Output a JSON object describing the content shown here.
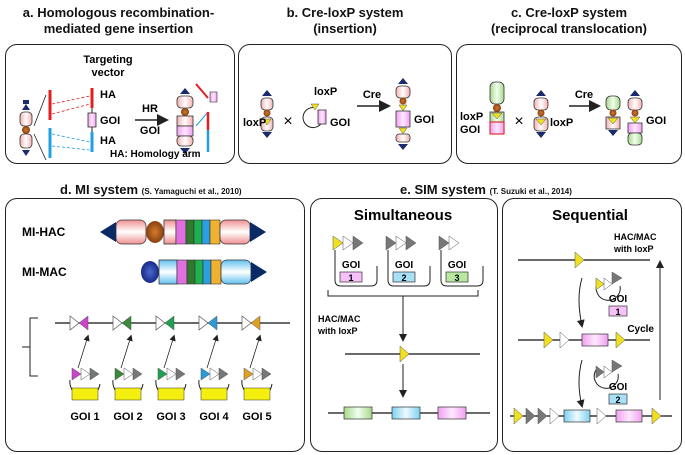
{
  "panel_a": {
    "title_line1": "a. Homologous recombination-",
    "title_line2": "mediated gene insertion",
    "targeting_vector_line1": "Targeting",
    "targeting_vector_line2": "vector",
    "ha_top": "HA",
    "ha_bottom": "HA",
    "goi": "GOI",
    "hr": "HR",
    "goi_arrow": "GOI",
    "ha_note": "HA: Homology arm"
  },
  "panel_b": {
    "title_line1": "b. Cre-loxP system",
    "title_line2": "(insertion)",
    "loxp_left": "loxP",
    "loxp_vector": "loxP",
    "goi_vector": "GOI",
    "cre": "Cre",
    "goi_result": "GOI"
  },
  "panel_c": {
    "title_line1": "c. Cre-loxP system",
    "title_line2": "(reciprocal translocation)",
    "loxp_left": "loxP",
    "goi_left": "GOI",
    "loxp_right": "loxP",
    "cre": "Cre",
    "goi_result": "GOI"
  },
  "panel_d": {
    "title": "d. MI system",
    "citation": "(S. Yamaguchi et al., 2010)",
    "mi_hac": "MI-HAC",
    "mi_mac": "MI-MAC",
    "goi_labels": [
      "GOI 1",
      "GOI 2",
      "GOI 3",
      "GOI 4",
      "GOI 5"
    ],
    "attp_colors": [
      "#cc44cc",
      "#3a8a3a",
      "#20a050",
      "#2a9ad8",
      "#e0a020"
    ]
  },
  "panel_e": {
    "title": "e. SIM system",
    "citation": "(T. Suzuki et al., 2014)",
    "simultaneous": {
      "heading": "Simultaneous",
      "goi_labels": [
        "GOI",
        "GOI",
        "GOI"
      ],
      "numbers": [
        "1",
        "2",
        "3"
      ],
      "hac_line1": "HAC/MAC",
      "hac_line2": "with loxP"
    },
    "sequential": {
      "heading": "Sequential",
      "hac_line1": "HAC/MAC",
      "hac_line2": "with loxP",
      "goi1": "GOI",
      "num1": "1",
      "goi2": "GOI",
      "num2": "2",
      "cycle": "Cycle"
    }
  }
}
